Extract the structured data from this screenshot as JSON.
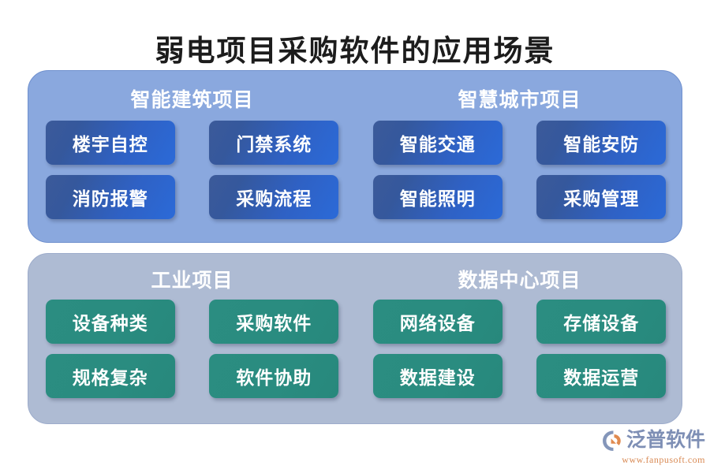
{
  "title": "弱电项目采购软件的应用场景",
  "panels": [
    {
      "theme": "blue",
      "columns": [
        {
          "header": "智能建筑项目"
        },
        {
          "header": "智慧城市项目"
        }
      ],
      "chips": [
        "楼宇自控",
        "门禁系统",
        "智能交通",
        "智能安防",
        "消防报警",
        "采购流程",
        "智能照明",
        "采购管理"
      ]
    },
    {
      "theme": "gray",
      "columns": [
        {
          "header": "工业项目"
        },
        {
          "header": "数据中心项目"
        }
      ],
      "chips": [
        "设备种类",
        "采购软件",
        "网络设备",
        "存储设备",
        "规格复杂",
        "软件协助",
        "数据建设",
        "数据运营"
      ]
    }
  ],
  "logo": {
    "mark": "fanpu-swoosh-icon",
    "name": "泛普软件",
    "url": "www.fanpusoft.com"
  },
  "colors": {
    "panel_blue": "#8aa8de",
    "panel_gray": "#aebbd3",
    "chip_blue": "#2f61c4",
    "chip_green": "#2a8c80",
    "title_text": "#1c1c1c",
    "logo_name": "#7e8fb5",
    "logo_url": "#d98a54",
    "logo_mark_orange": "#e08a4f",
    "logo_mark_gray": "#8496ba",
    "background": "#ffffff"
  }
}
